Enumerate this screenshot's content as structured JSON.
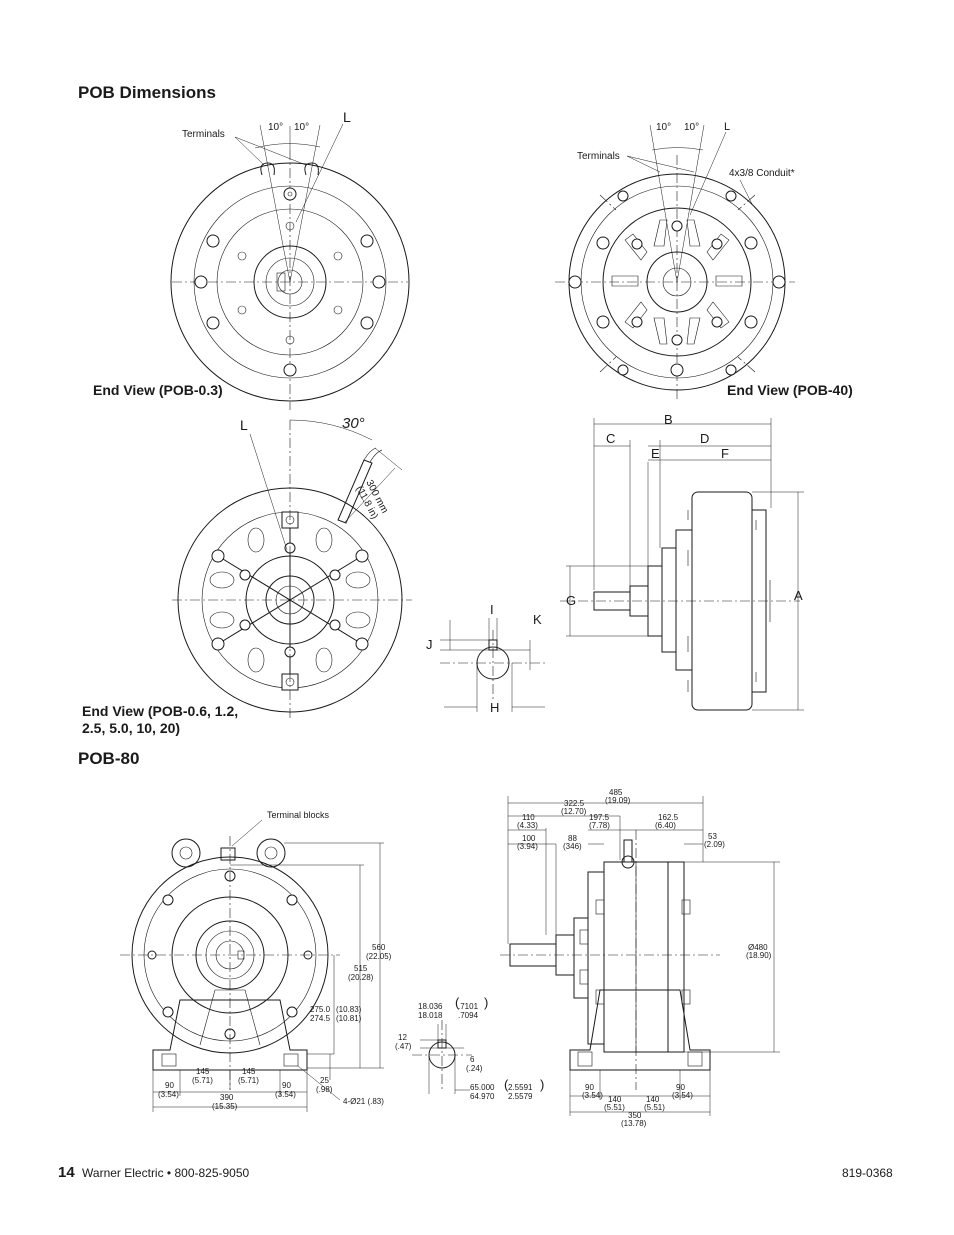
{
  "page": {
    "title": "POB Dimensions",
    "footer_page": "14",
    "footer_company": "Warner Electric • 800-825-9050",
    "footer_docnum": "819-0368"
  },
  "views": {
    "pob03": {
      "caption": "End View (POB-0.3)",
      "terminals": "Terminals",
      "angle_left": "10°",
      "angle_right": "10°",
      "letter_l": "L"
    },
    "pob40": {
      "caption": "End View (POB-40)",
      "terminals": "Terminals",
      "conduit": "4x3/8 Conduit*",
      "angle_left": "10°",
      "angle_right": "10°",
      "letter_l": "L"
    },
    "pob06": {
      "caption_line1": "End View (POB-0.6, 1.2,",
      "caption_line2": "2.5, 5.0, 10, 20)",
      "letter_l": "L",
      "angle": "30°",
      "lead_mm": "300 mm",
      "lead_in": "(11.8 in)"
    },
    "keyway": {
      "i": "I",
      "j": "J",
      "k": "K",
      "h": "H"
    },
    "side": {
      "b": "B",
      "c": "C",
      "d": "D",
      "e": "E",
      "f": "F",
      "g": "G",
      "a": "A"
    }
  },
  "pob80": {
    "heading": "POB-80",
    "terminal_blocks": "Terminal blocks",
    "front": {
      "d560": "560",
      "d560_in": "(22.05)",
      "d515": "515",
      "d515_in": "(20.28)",
      "d275a": "275.0",
      "d275a_in": "(10.83)",
      "d275b": "274.5",
      "d275b_in": "(10.81)",
      "d25": "25",
      "d25_in": "(.98)",
      "d145a": "145",
      "d145a_in": "(5.71)",
      "d145b": "145",
      "d145b_in": "(5.71)",
      "d90a": "90",
      "d90a_in": "(3.54)",
      "d90b": "90",
      "d90b_in": "(3.54)",
      "d390": "390",
      "d390_in": "(15.35)",
      "holes": "4-Ø21 (.83)"
    },
    "key": {
      "k18a": "18.036",
      "k18b": "18.018",
      "k18a_in": ".7101",
      "k18b_in": ".7094",
      "k12": "12",
      "k12_in": "(.47)",
      "k6": "6",
      "k6_in": "(.24)",
      "k65a": "65.000",
      "k65b": "64.970",
      "k65a_in": "2.5591",
      "k65b_in": "2.5579"
    },
    "side": {
      "d485": "485",
      "d485_in": "(19.09)",
      "d3225": "322.5",
      "d3225_in": "(12.70)",
      "d110": "110",
      "d110_in": "(4.33)",
      "d1975": "197.5",
      "d1975_in": "(7.78)",
      "d1625": "162.5",
      "d1625_in": "(6.40)",
      "d100": "100",
      "d100_in": "(3.94)",
      "d88": "88",
      "d88_in": "(346)",
      "d53": "53",
      "d53_in": "(2.09)",
      "d480": "Ø480",
      "d480_in": "(18.90)",
      "d90a": "90",
      "d90a_in": "(3.54)",
      "d90b": "90",
      "d90b_in": "(3.54)",
      "d140a": "140",
      "d140a_in": "(5.51)",
      "d140b": "140",
      "d140b_in": "(5.51)",
      "d350": "350",
      "d350_in": "(13.78)"
    }
  }
}
